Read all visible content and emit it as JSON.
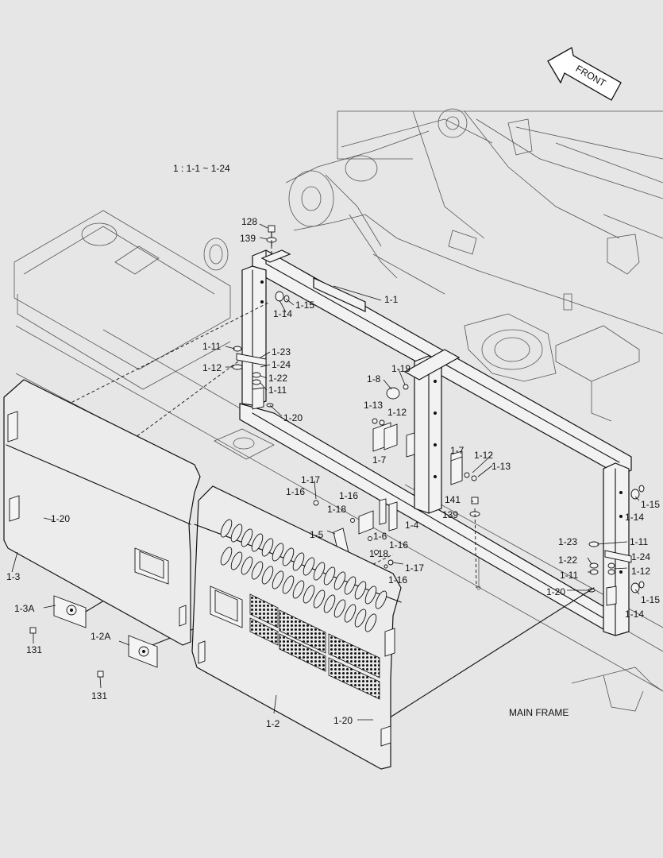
{
  "diagram": {
    "front_label": "FRONT",
    "range_note": "1 : 1-1 ~ 1-24",
    "main_frame_label": "MAIN FRAME",
    "callouts": [
      "128",
      "139",
      "1-15",
      "1-14",
      "1-1",
      "1-11",
      "1-23",
      "1-24",
      "1-12",
      "1-22",
      "1-11",
      "1-20",
      "1-8",
      "1-19",
      "1-13",
      "1-12",
      "1-7",
      "1-7",
      "1-12",
      "1-13",
      "1-17",
      "1-16",
      "1-16",
      "1-18",
      "1-6",
      "1-4",
      "1-5",
      "1-16",
      "1-18",
      "1-17",
      "1-16",
      "141",
      "139",
      "1-15",
      "1-14",
      "1-23",
      "1-11",
      "1-22",
      "1-24",
      "1-11",
      "1-12",
      "1-20",
      "1-15",
      "1-14",
      "1-20",
      "1-3",
      "1-3A",
      "131",
      "1-2A",
      "131",
      "1-2",
      "1-20"
    ]
  }
}
